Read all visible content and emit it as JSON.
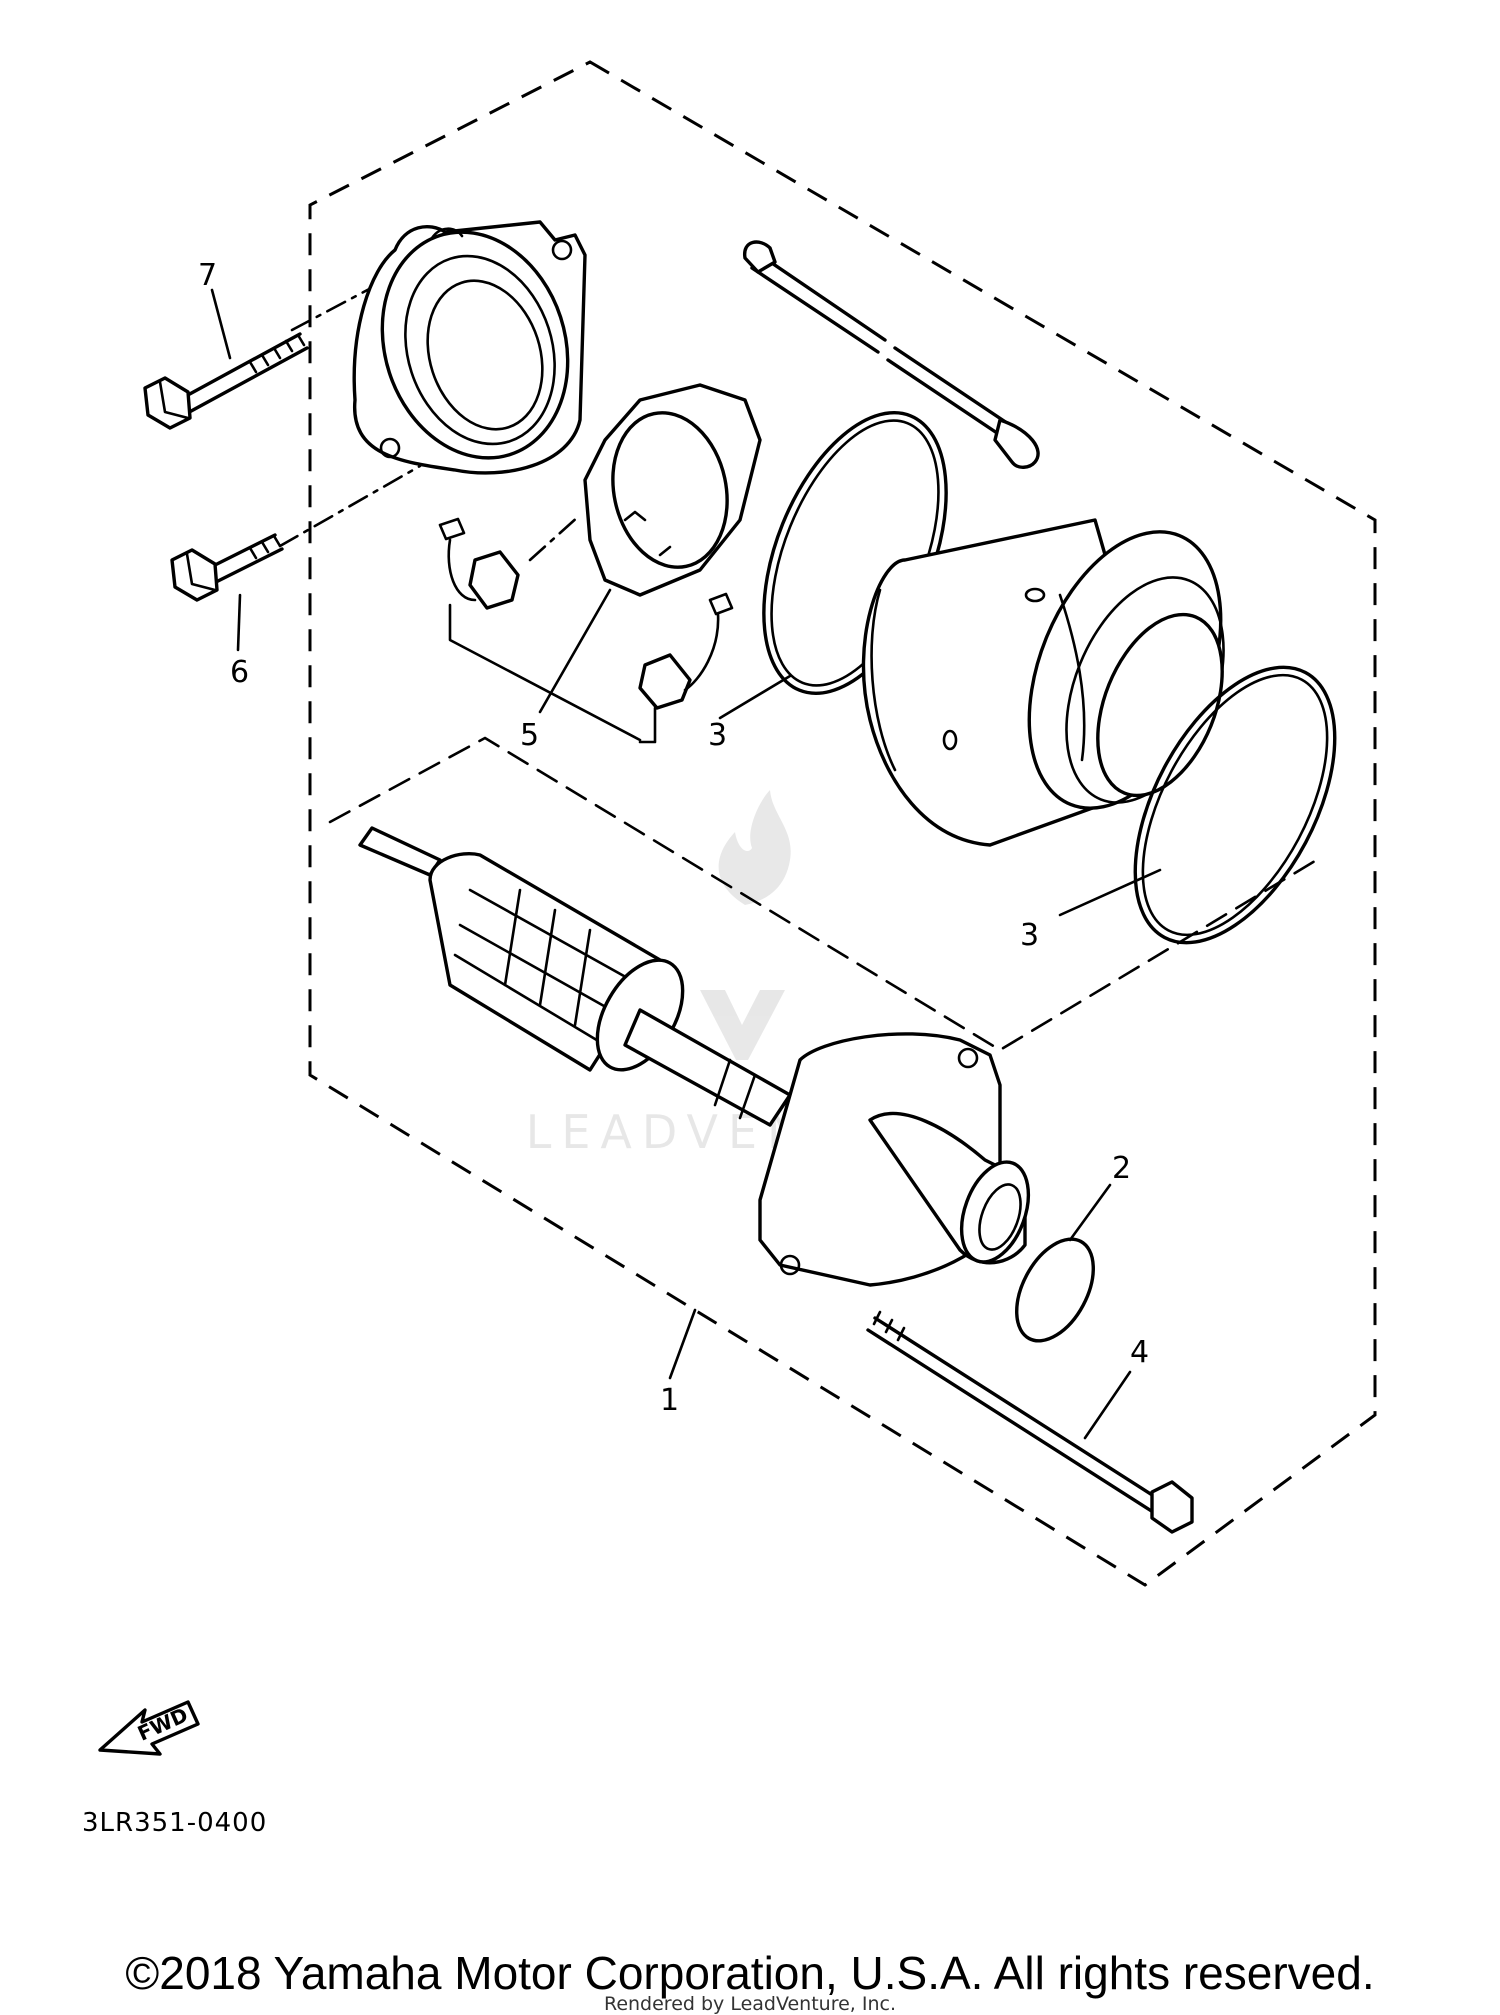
{
  "callouts": {
    "c1": "1",
    "c2": "2",
    "c3a": "3",
    "c3b": "3",
    "c4": "4",
    "c5": "5",
    "c6": "6",
    "c7": "7"
  },
  "fwd_label": "FWD",
  "diagram_code": "3LR351-0400",
  "watermark_text": "LEADVENTURE",
  "copyright": "©2018 Yamaha Motor Corporation, U.S.A. All rights reserved.",
  "rendered_by": "Rendered by LeadVenture, Inc."
}
